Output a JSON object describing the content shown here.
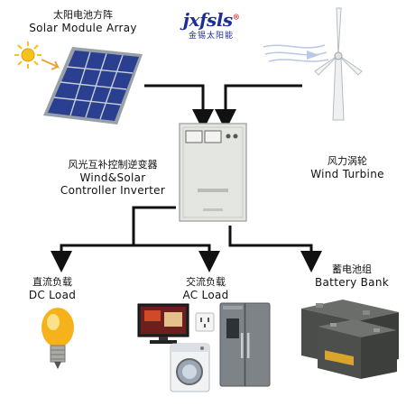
{
  "logo": {
    "brand_text": "jxfsls",
    "registered_mark": "®",
    "sub_text": "金锡太阳能"
  },
  "nodes": {
    "solar": {
      "label_cn": "太阳电池方阵",
      "label_en": "Solar Module Array"
    },
    "wind": {
      "label_cn": "风力涡轮",
      "label_en": "Wind Turbine"
    },
    "controller": {
      "label_cn": "风光互补控制逆变器",
      "label_en_line1": "Wind&Solar",
      "label_en_line2": "Controller Inverter"
    },
    "dc_load": {
      "label_cn": "直流负载",
      "label_en": "DC Load"
    },
    "ac_load": {
      "label_cn": "交流负载",
      "label_en": "AC Load"
    },
    "battery": {
      "label_cn": "蓄电池组",
      "label_en": "Battery Bank"
    }
  },
  "colors": {
    "arrow": "#111111",
    "panel_blue": "#2a3f8f",
    "panel_frame": "#9aa0a8",
    "cabinet": "#e4e6e2",
    "battery": "#4a4d4a",
    "bulb": "#f6b21a",
    "sun": "#f7c21a"
  }
}
